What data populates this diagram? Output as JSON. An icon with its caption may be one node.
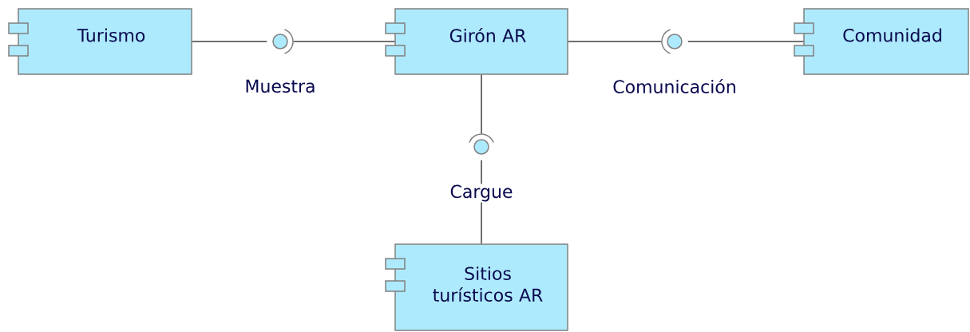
{
  "diagram": {
    "nodes": [
      {
        "text": [
          "Turismo"
        ]
      },
      {
        "text": [],
        "shape": "circle",
        "beside": [
          "Muestra"
        ]
      },
      {
        "text": [
          "Girón AR"
        ]
      },
      {
        "text": [],
        "shape": "circle",
        "beside": [
          "Comunicación"
        ]
      },
      {
        "text": [
          "Comunidad"
        ]
      },
      {
        "text": [],
        "shape": "circle",
        "beside": [
          "Cargue"
        ]
      },
      {
        "text": [
          "Sitios turísticos AR"
        ]
      }
    ],
    "edges": [
      {
        "from": 0,
        "to": 1,
        "arrow": "none"
      },
      {
        "from": 1,
        "to": 2,
        "arrow": "none"
      },
      {
        "from": 2,
        "to": 3,
        "arrow": "none"
      },
      {
        "from": 3,
        "to": 4,
        "arrow": "none"
      },
      {
        "from": 2,
        "to": 5,
        "arrow": "none"
      },
      {
        "from": 5,
        "to": 6,
        "arrow": "none"
      }
    ]
  }
}
